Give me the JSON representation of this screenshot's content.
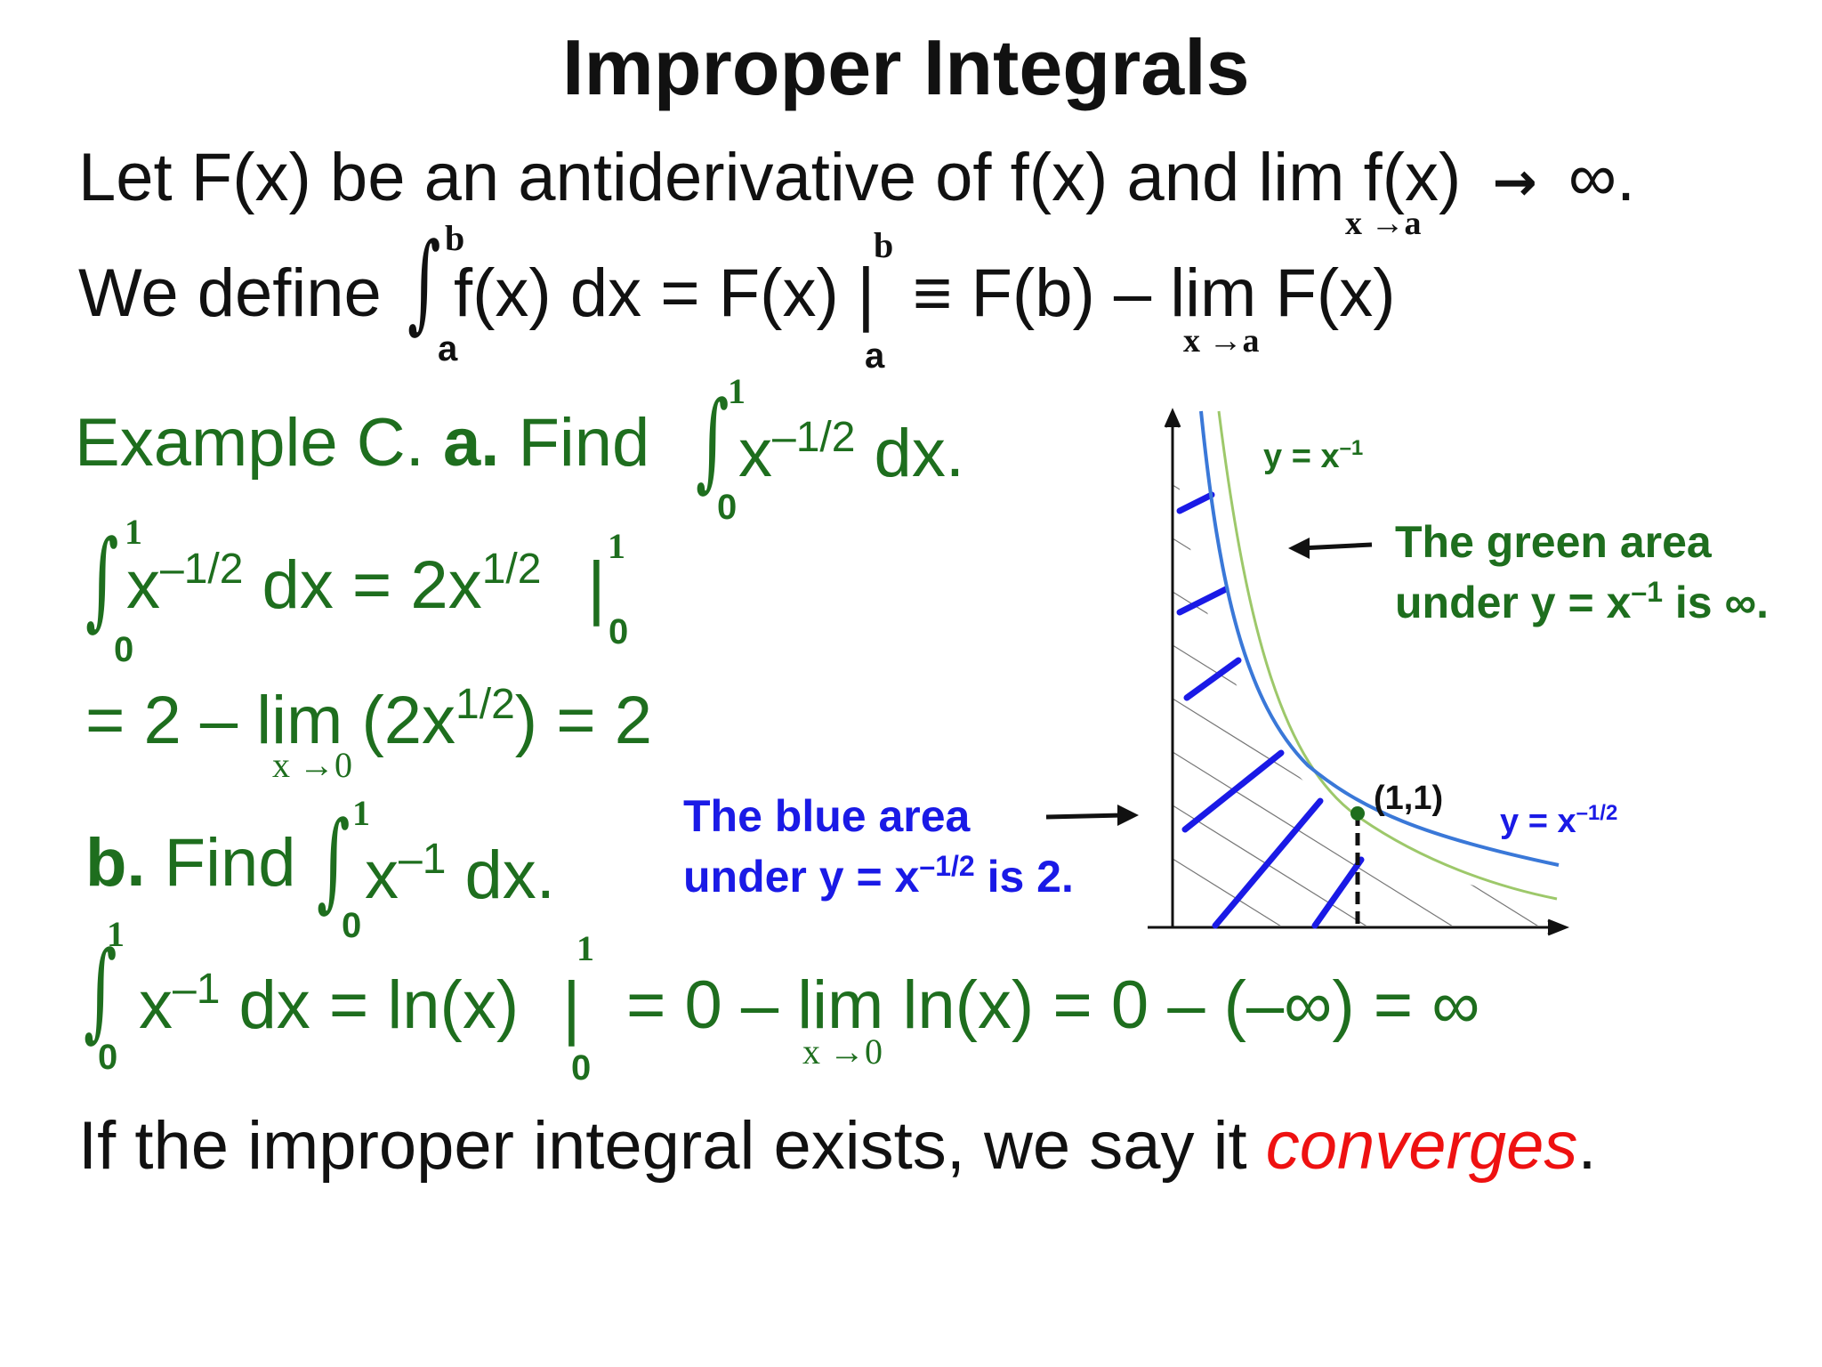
{
  "title": "Improper Integrals",
  "definition": {
    "line1_text": "Let F(x) be an antiderivative of f(x) and lim f(x)",
    "line1_arrow": "→",
    "line1_end": "∞.",
    "line1_lim_sub": "x →a",
    "line2_lead": "We define",
    "line2_integrand": "f(x) dx = F(x)",
    "line2_rest": "≡ F(b) – lim F(x)",
    "line2_lim_sub": "x →a",
    "upper_b": "b",
    "lower_a": "a"
  },
  "example_a": {
    "heading_lead": "Example C.",
    "heading_part": "a.",
    "heading_find": "Find",
    "heading_integrand": "x",
    "heading_exp": "–1/2",
    "heading_dx": "dx.",
    "upper": "1",
    "lower": "0",
    "step1_integrand": "x",
    "step1_exp": "–1/2",
    "step1_mid": "dx = 2x",
    "step1_exp2": "1/2",
    "step2_lead": "= 2 – lim (2x",
    "step2_exp": "1/2",
    "step2_tail": ") = 2",
    "step2_lim_sub": "x →0"
  },
  "example_b": {
    "heading_part": "b.",
    "heading_find": "Find",
    "heading_integrand": "x",
    "heading_exp": "–1",
    "heading_dx": "dx.",
    "upper": "1",
    "lower": "0",
    "step_integrand": "x",
    "step_exp": "–1",
    "step_mid": "dx = ln(x)",
    "step_rest": "= 0 – lim ln(x) = 0 – (–∞) = ∞",
    "step_lim_sub": "x →0"
  },
  "conclusion": {
    "lead": "If the improper integral exists, we say it",
    "keyword": "converges",
    "tail": "."
  },
  "graph": {
    "label_green_curve": "y = x",
    "label_green_exp": "–1",
    "label_blue_curve": "y = x",
    "label_blue_exp": "–1/2",
    "point_label": "(1,1)",
    "green_note_line1": "The green area",
    "green_note_line2_a": "under y = x",
    "green_note_line2_exp": "–1",
    "green_note_line2_b": "is ∞.",
    "blue_note_line1": "The blue area",
    "blue_note_line2_a": "under y = x",
    "blue_note_line2_exp": "–1/2",
    "blue_note_line2_b": "is 2."
  },
  "colors": {
    "green_text": "#1e6e1e",
    "blue_text": "#1a1ae6",
    "green_curve": "#9dc86a",
    "blue_curve": "#3a78d8",
    "highlight_red": "#ee1111"
  }
}
